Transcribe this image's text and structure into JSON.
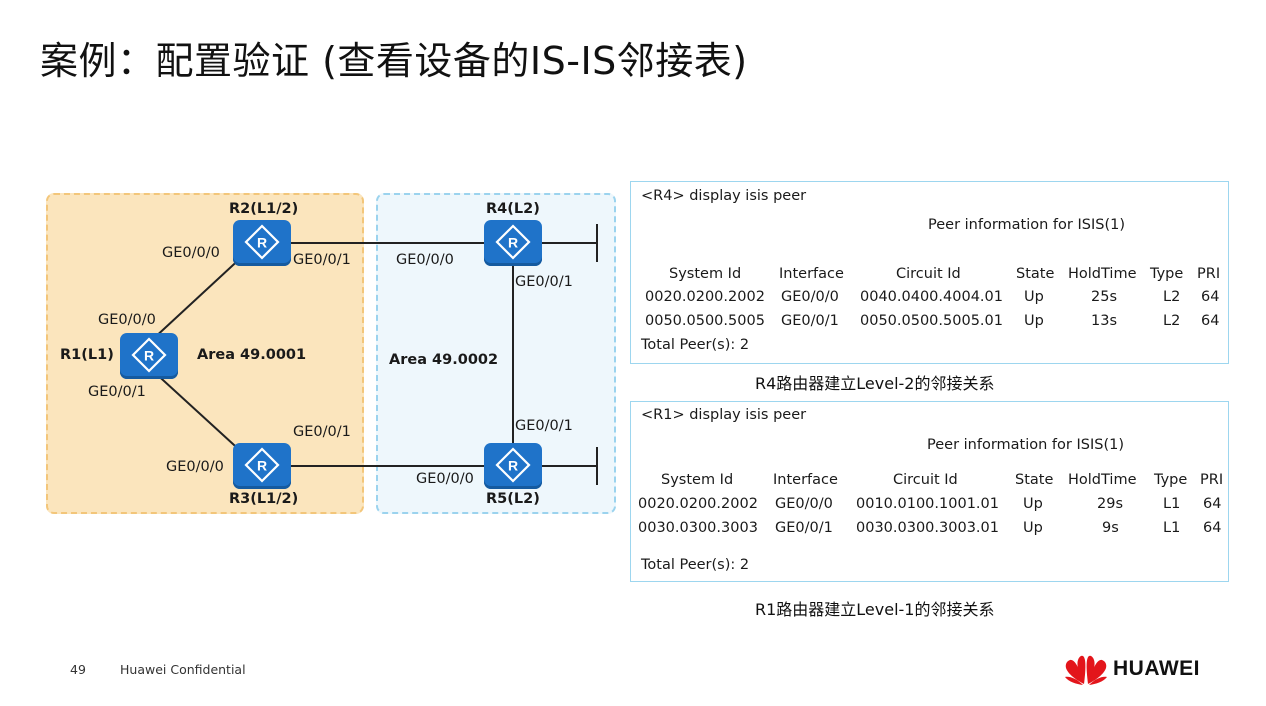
{
  "title": "案例：配置验证 (查看设备的IS-IS邻接表)",
  "diagram": {
    "areas": [
      {
        "label": "Area 49.0001"
      },
      {
        "label": "Area 49.0002"
      }
    ],
    "routers": [
      {
        "id": "r1",
        "label": "R1(L1)"
      },
      {
        "id": "r2",
        "label": "R2(L1/2)"
      },
      {
        "id": "r3",
        "label": "R3(L1/2)"
      },
      {
        "id": "r4",
        "label": "R4(L2)"
      },
      {
        "id": "r5",
        "label": "R5(L2)"
      }
    ],
    "interfaces": {
      "r2_left": "GE0/0/0",
      "r2_right": "GE0/0/1",
      "r1_top": "GE0/0/0",
      "r1_bottom": "GE0/0/1",
      "r3_left": "GE0/0/0",
      "r3_top": "GE0/0/1",
      "r4_left": "GE0/0/0",
      "r4_bottom": "GE0/0/1",
      "r5_top": "GE0/0/1",
      "r5_left": "GE0/0/0"
    },
    "router_glyph": "R"
  },
  "panel_r4": {
    "command": "<R4> display isis peer",
    "heading": "Peer information for ISIS(1)",
    "columns": [
      "System Id",
      "Interface",
      "Circuit Id",
      "State",
      "HoldTime",
      "Type",
      "PRI"
    ],
    "rows": [
      [
        "0020.0200.2002",
        "GE0/0/0",
        "0040.0400.4004.01",
        "Up",
        "25s",
        "L2",
        "64"
      ],
      [
        "0050.0500.5005",
        "GE0/0/1",
        "0050.0500.5005.01",
        "Up",
        "13s",
        "L2",
        "64"
      ]
    ],
    "total": "Total Peer(s): 2",
    "caption": "R4路由器建立Level-2的邻接关系"
  },
  "panel_r1": {
    "command": "<R1> display isis peer",
    "heading": "Peer information for ISIS(1)",
    "columns": [
      "System Id",
      "Interface",
      "Circuit Id",
      "State",
      "HoldTime",
      "Type",
      "PRI"
    ],
    "rows": [
      [
        "0020.0200.2002",
        "GE0/0/0",
        "0010.0100.1001.01",
        "Up",
        "29s",
        "L1",
        "64"
      ],
      [
        "0030.0300.3003",
        "GE0/0/1",
        "0030.0300.3003.01",
        "Up",
        "9s",
        "L1",
        "64"
      ]
    ],
    "total": "Total Peer(s): 2",
    "caption": "R1路由器建立Level-1的邻接关系"
  },
  "footer": {
    "page_number": "49",
    "confidential": "Huawei Confidential",
    "brand": "HUAWEI"
  },
  "colors": {
    "router": "#1f73c9",
    "area1_fill": "#fbe5bd",
    "area2_fill": "#eef7fc",
    "panel_border": "#9dd6ef",
    "logo_red": "#e3151b"
  }
}
